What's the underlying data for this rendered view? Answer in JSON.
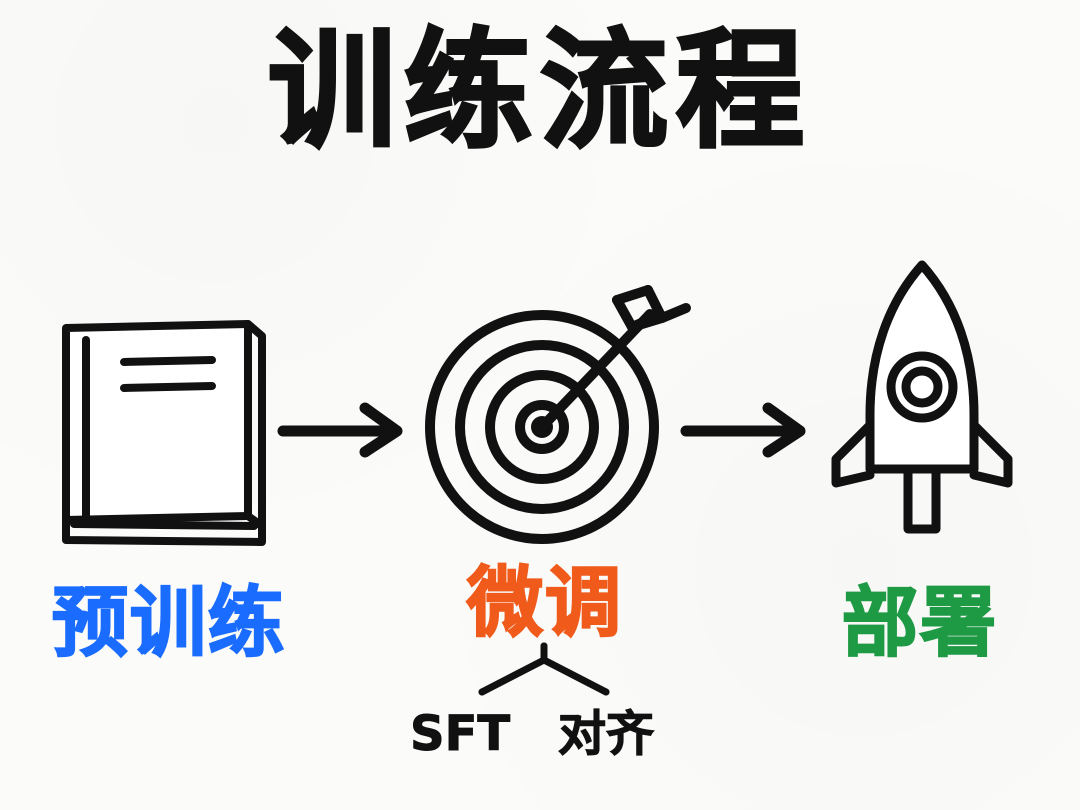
{
  "title": "训练流程",
  "stages": [
    {
      "label": "预训练",
      "icon": "book-icon",
      "color": "#1a6cff"
    },
    {
      "label": "微调",
      "icon": "target-icon",
      "color": "#f05a1a"
    },
    {
      "label": "部署",
      "icon": "rocket-icon",
      "color": "#1e9a45"
    }
  ],
  "finetune_branches": [
    "SFT",
    "对齐"
  ],
  "arrow_color": "#111111"
}
